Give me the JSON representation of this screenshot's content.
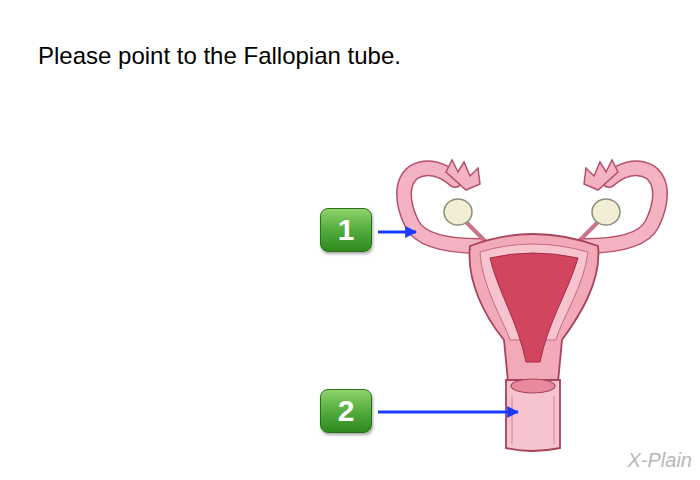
{
  "diagram": {
    "title": "Please point to the Fallopian tube.",
    "nodes": [
      {
        "text": [
          "1"
        ]
      },
      {
        "text": [
          "2"
        ]
      }
    ],
    "labels": [
      "X-Plain"
    ]
  }
}
